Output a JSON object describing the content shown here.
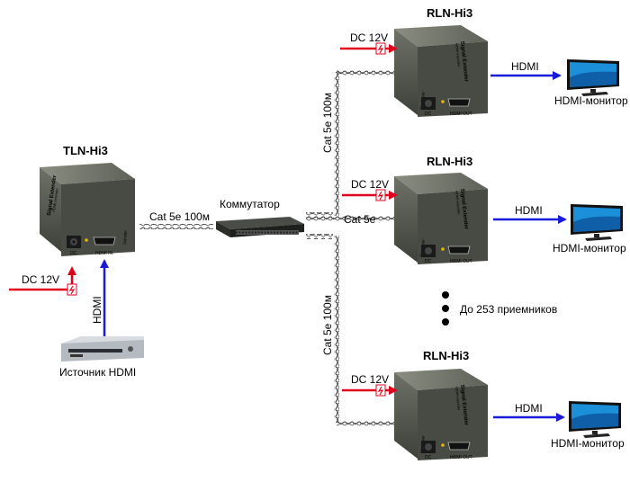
{
  "devices": {
    "transmitter": {
      "model": "TLN-Hi3",
      "port_left": "DC",
      "port_right": "HDMI IN",
      "side_label": "Signal Extender",
      "side_small": "HDMI extender",
      "side_tag": "Sender"
    },
    "receiver_1": {
      "model": "RLN-Hi3",
      "port_left": "DC",
      "port_right": "HDMI OUT",
      "side_label": "Signal Extender",
      "side_small": "HDMI extender",
      "side_tag": "Receiver"
    },
    "receiver_2": {
      "model": "RLN-Hi3",
      "port_left": "DC",
      "port_right": "HDMI OUT",
      "side_label": "Signal Extender",
      "side_small": "HDMI extender",
      "side_tag": "Receiver"
    },
    "receiver_3": {
      "model": "RLN-Hi3",
      "port_left": "DC",
      "port_right": "HDMI OUT",
      "side_label": "Signal Extender",
      "side_small": "HDMI extender",
      "side_tag": "Receiver"
    }
  },
  "labels": {
    "dc": "DC 12V",
    "hdmi": "HDMI",
    "switch": "Коммутатор",
    "cable_tx": "Cat 5e 100м",
    "cable_r1": "Cat 5e 100м",
    "cable_r2": "Cat 5e",
    "cable_r3": "Cat 5e 100м",
    "source": "Источник HDMI",
    "monitor": "HDMI-монитор",
    "receivers_limit": "До 253 приемников"
  },
  "colors": {
    "power": "#e0001b",
    "hdmi": "#1a1adb",
    "device_body": "#55594f",
    "cable": "#333333",
    "monitor_screen": "#1b8fd8"
  }
}
